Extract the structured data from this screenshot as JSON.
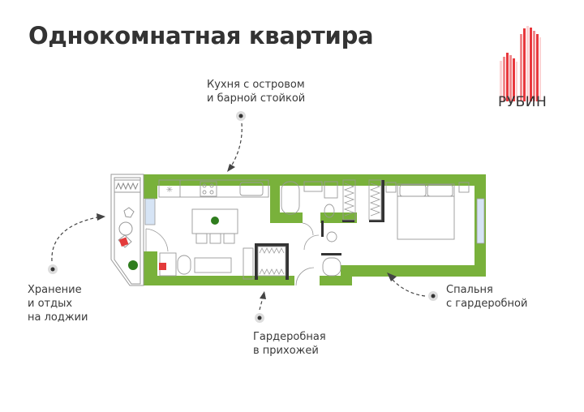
{
  "title": "Однокомнатная квартира",
  "brand": {
    "name": "РУБИН",
    "logo_colors": [
      "#e8383d",
      "#f08a8d",
      "#fbd3d4"
    ]
  },
  "colors": {
    "wall": "#79b13b",
    "furniture_line": "#9a9a9a",
    "window": "#d6e4f5",
    "accent_red": "#e33b3b",
    "plant": "#2f7d1e",
    "dark_wall": "#333333"
  },
  "callouts": [
    {
      "id": "kitchen",
      "lines": [
        "Кухня с островом",
        "и барной стойкой"
      ]
    },
    {
      "id": "loggia",
      "lines": [
        "Хранение",
        "и отдых",
        "на лоджии"
      ]
    },
    {
      "id": "hall-wardrobe",
      "lines": [
        "Гардеробная",
        "в прихожей"
      ]
    },
    {
      "id": "bedroom",
      "lines": [
        "Спальня",
        "с гардеробной"
      ]
    }
  ],
  "rooms": [
    "loggia",
    "kitchen-living",
    "bathroom",
    "toilet",
    "wardrobe",
    "bedroom",
    "hallway"
  ],
  "icons": [
    "callout-dot-icon",
    "dashed-arrow-icon",
    "plant-icon",
    "armchair-icon",
    "bed-icon",
    "bathtub-icon",
    "stove-icon",
    "sink-icon",
    "toilet-icon"
  ]
}
